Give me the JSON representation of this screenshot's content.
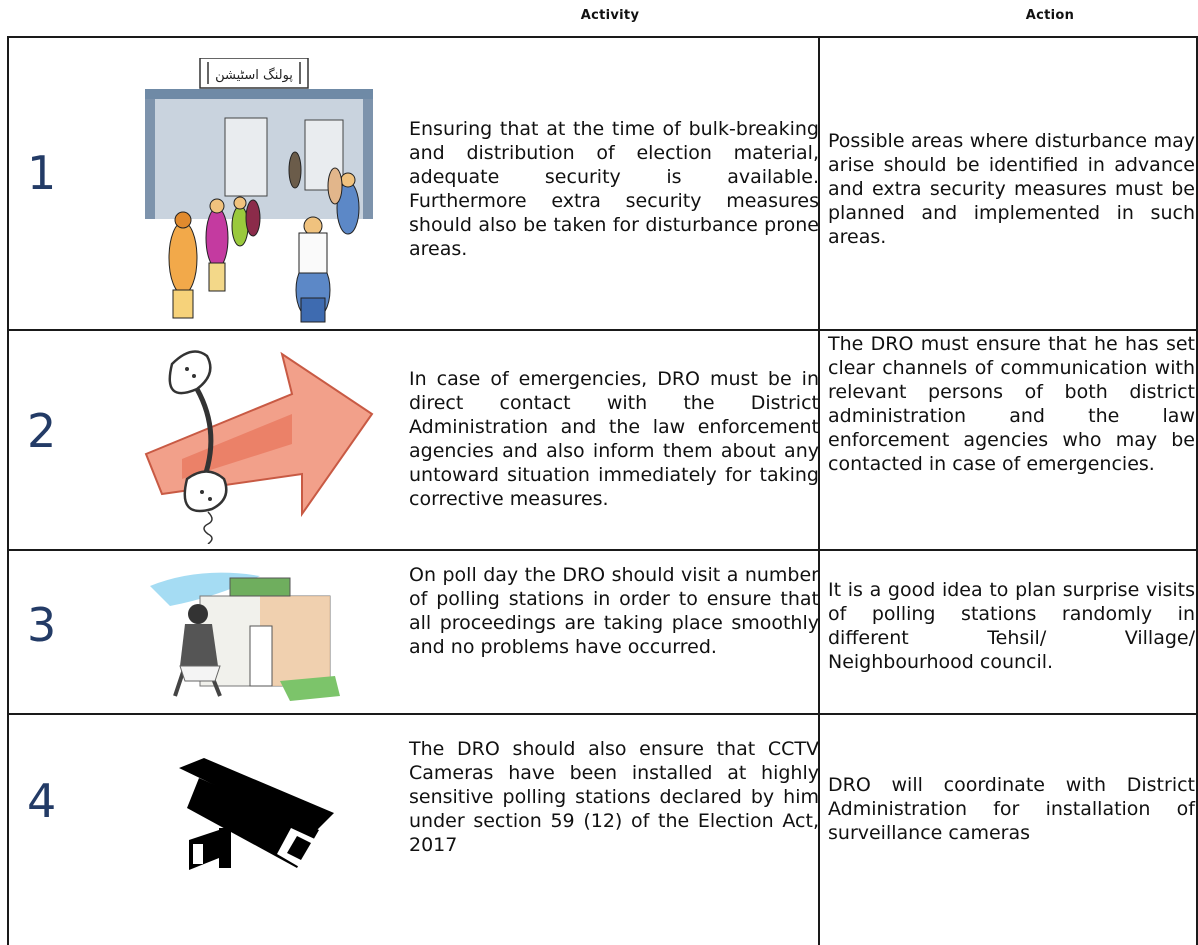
{
  "header": {
    "activity": "Activity",
    "action": "Action"
  },
  "rows": [
    {
      "number": "1",
      "illustration": "polling-station-queue",
      "illustration_sign": "پولنگ اسٹیشن",
      "activity": "Ensuring that at the time of bulk-breaking and distribution of election material, adequate security is available. Furthermore extra security measures should also be taken for disturbance prone areas.",
      "action": "Possible areas where disturbance may arise should be identified in advance and extra security measures must be planned and implemented in such areas."
    },
    {
      "number": "2",
      "illustration": "telephone-receiver-arrow",
      "activity": "In case of emergencies, DRO must be in direct contact with the District Administration and the law enforcement agencies and also inform them about any untoward situation immediately for taking corrective measures.",
      "action": "The DRO must ensure that he has set clear channels of communication with relevant persons of both district administration and the law enforcement agencies who may be contacted in case of emergencies."
    },
    {
      "number": "3",
      "illustration": "person-visiting-polling-station",
      "activity": "On poll day the DRO should visit a number of polling stations in order to ensure that all proceedings are taking place smoothly and no problems have occurred.",
      "action": "It is a good idea to plan surprise visits of polling stations randomly in different Tehsil/ Village/ Neighbourhood council."
    },
    {
      "number": "4",
      "illustration": "cctv-camera",
      "activity": "The DRO should also ensure that CCTV Cameras have been installed at highly sensitive polling stations declared by him under section 59 (12) of the Election Act, 2017",
      "action": "DRO will coordinate with District Administration for installation of surveillance cameras"
    }
  ],
  "colors": {
    "number": "#233b66",
    "border": "#1a1a1a",
    "arrow": "#e8735a",
    "camera": "#000000"
  }
}
